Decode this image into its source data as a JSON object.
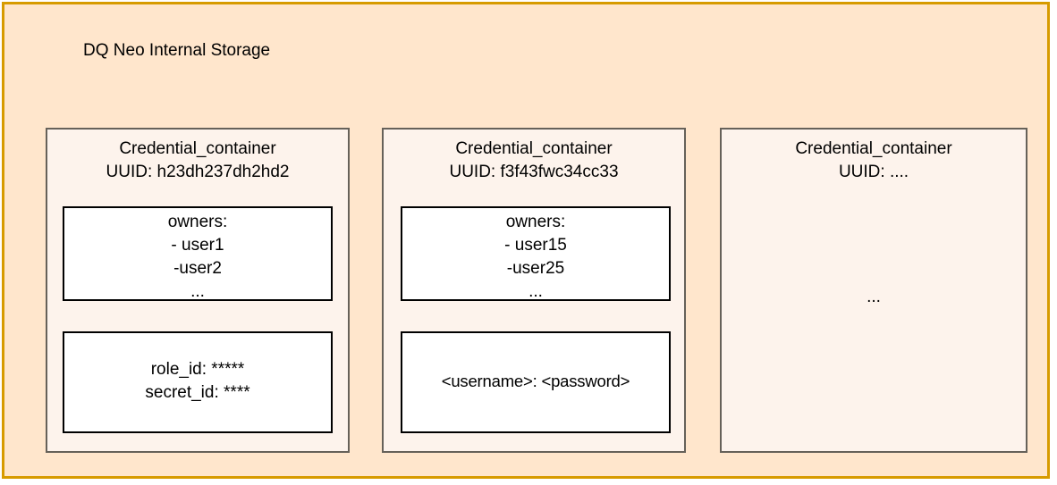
{
  "diagram": {
    "title": "DQ Neo Internal Storage",
    "frame_border_color": "#d79b00",
    "frame_fill_color": "#ffe6cc",
    "container_border_color": "#666159",
    "container_fill_color": "#fdf3ec",
    "box_border_color": "#000000",
    "box_fill_color": "#ffffff"
  },
  "containers": [
    {
      "heading": "Credential_container",
      "uuid_label": "UUID: h23dh237dh2hd2",
      "owners_box": {
        "title": "owners:",
        "item1": "- user1",
        "item2": "-user2",
        "more": "..."
      },
      "secret_box": {
        "line1": "role_id: *****",
        "line2": "secret_id: ****"
      }
    },
    {
      "heading": "Credential_container",
      "uuid_label": "UUID: f3f43fwc34cc33",
      "owners_box": {
        "title": "owners:",
        "item1": "- user15",
        "item2": "-user25",
        "more": "..."
      },
      "secret_box": {
        "line1": "<username>: <password>"
      }
    },
    {
      "heading": "Credential_container",
      "uuid_label": "UUID: ....",
      "body_more": "..."
    }
  ]
}
